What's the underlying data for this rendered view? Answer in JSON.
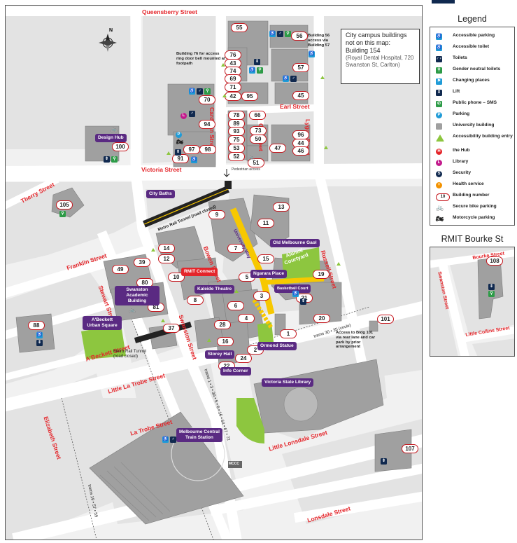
{
  "map": {
    "streets": [
      {
        "id": "queensberry",
        "label": "Queensberry Street"
      },
      {
        "id": "victoria",
        "label": "Victoria Street"
      },
      {
        "id": "franklin",
        "label": "Franklin Street"
      },
      {
        "id": "abeckett",
        "label": "A'Beckett Street"
      },
      {
        "id": "little-la-trobe",
        "label": "Little La Trobe Street"
      },
      {
        "id": "la-trobe",
        "label": "La Trobe Street"
      },
      {
        "id": "elizabeth",
        "label": "Elizabeth Street"
      },
      {
        "id": "swanston",
        "label": "Swanston Street"
      },
      {
        "id": "stewart",
        "label": "Stewart Street"
      },
      {
        "id": "bowen",
        "label": "Bowen Street"
      },
      {
        "id": "russell",
        "label": "Russell Street"
      },
      {
        "id": "little-lonsdale",
        "label": "Little Lonsdale Street"
      },
      {
        "id": "lonsdale",
        "label": "Lonsdale Street"
      },
      {
        "id": "therry",
        "label": "Therry Street"
      },
      {
        "id": "cardigan",
        "label": "Cardigan Street"
      },
      {
        "id": "orr",
        "label": "Orr Street"
      },
      {
        "id": "earl",
        "label": "Earl Street"
      },
      {
        "id": "lygon",
        "label": "Lygon Street"
      }
    ],
    "buildings": [
      "55",
      "56",
      "76",
      "43",
      "74",
      "69",
      "57",
      "71",
      "42",
      "95",
      "45",
      "70",
      "78",
      "66",
      "89",
      "93",
      "73",
      "75",
      "50",
      "96",
      "44",
      "46",
      "47",
      "53",
      "52",
      "51",
      "94",
      "97",
      "98",
      "91",
      "100",
      "105",
      "13",
      "9",
      "11",
      "7",
      "15",
      "14",
      "12",
      "5",
      "19",
      "80",
      "49",
      "39",
      "10",
      "8",
      "81",
      "3",
      "21",
      "20",
      "101",
      "6",
      "4",
      "28",
      "37",
      "88",
      "16",
      "2",
      "1",
      "24",
      "22",
      "107"
    ],
    "places": {
      "design_hub": "Design Hub",
      "city_baths": "City Baths",
      "old_melbourne_gaol": "Old Melbourne Gaol",
      "ngarara_place": "Ngarara Place",
      "alumni_courtyard": "Alumni Courtyard",
      "basketball_court": "Basketball Court",
      "rmit_connect": "RMIT Connect",
      "kaleide_theatre": "Kaleide Theatre",
      "swanston_academic_building": "Swanston Academic Building",
      "abeckett_urban_square": "A'Beckett Urban Square",
      "storey_hall": "Storey Hall",
      "ormond_statue": "Ormond Statue",
      "info_corner": "Info Corner",
      "victoria_state_library": "Victoria State Library",
      "melbourne_central": "Melbourne Central Train Station",
      "mcc": "MCCC",
      "university_way": "University Way",
      "pedestrian_access": "Pedestrian access"
    },
    "notes": {
      "bldg76": "Building 76 for access ring door bell mounted at footpath",
      "bldg56": "Building 56 access via Building 57",
      "bldg101": "Access to Bldg 101 via rear lane and car park by prior arrangement",
      "tunnel_north": "Metro Rail Tunnel (road closed)",
      "tunnel_south": "Metro Rail Tunnel (road closed)",
      "trams_swanston": "trams 1 • 3 • 3A • 5 • 6 • 16 • 64 • 67 • 72",
      "trams_latrobe": "trams 30 • 35 (circle)",
      "trams_elizabeth": "trams 19 • 57 • 59"
    },
    "campus_box": {
      "line1": "City campus buildings not on this map:",
      "line2": "Building 154",
      "line3": "(Royal Dental Hospital, 720 Swanston St, Carlton)"
    },
    "north_label": "N"
  },
  "legend": {
    "title": "Legend",
    "items": [
      {
        "label": "Accessible parking",
        "icon": "accessible-parking-icon",
        "color": "#1f9bd7",
        "glyph": "♿"
      },
      {
        "label": "Accessible toilet",
        "icon": "accessible-toilet-icon",
        "color": "#1f9bd7",
        "glyph": "♿"
      },
      {
        "label": "Toilets",
        "icon": "toilets-icon",
        "color": "#10294f",
        "glyph": "♂♀"
      },
      {
        "label": "Gender neutral toilets",
        "icon": "gender-neutral-toilet-icon",
        "color": "#2d9b47",
        "glyph": "⚲"
      },
      {
        "label": "Changing places",
        "icon": "changing-places-icon",
        "color": "#1f9bd7",
        "glyph": "⚑"
      },
      {
        "label": "Lift",
        "icon": "lift-icon",
        "color": "#10294f",
        "glyph": "⇕"
      },
      {
        "label": "Public phone – SMS",
        "icon": "phone-icon",
        "color": "#2d9b47",
        "glyph": "✆"
      },
      {
        "label": "Parking",
        "icon": "parking-icon",
        "color": "#1f9bd7",
        "glyph": "P"
      },
      {
        "label": "University building",
        "icon": "university-building-icon",
        "color": "#a0a0a0",
        "glyph": ""
      },
      {
        "label": "Accessibility building entry",
        "icon": "entry-triangle-icon",
        "color": "#8dc63f",
        "glyph": ""
      },
      {
        "label": "the Hub",
        "icon": "hub-icon",
        "color": "#e4252a",
        "glyph": "H"
      },
      {
        "label": "Library",
        "icon": "library-icon",
        "color": "#c2188b",
        "glyph": "L"
      },
      {
        "label": "Security",
        "icon": "security-icon",
        "color": "#10294f",
        "glyph": "S"
      },
      {
        "label": "Health service",
        "icon": "health-service-icon",
        "color": "#f39200",
        "glyph": "+"
      },
      {
        "label": "Building number",
        "icon": "building-number-icon",
        "color": "#c5161d",
        "glyph": "10"
      },
      {
        "label": "Secure bike parking",
        "icon": "bike-icon",
        "color": "#222222",
        "glyph": "🚲"
      },
      {
        "label": "Motorcycle parking",
        "icon": "motorcycle-icon",
        "color": "#222222",
        "glyph": "🏍"
      }
    ]
  },
  "bourke": {
    "title": "RMIT Bourke St",
    "streets": {
      "bourke": "Bourke Street",
      "swanston": "Swanston Street",
      "little_collins": "Little Collins Street"
    },
    "building": "108"
  }
}
